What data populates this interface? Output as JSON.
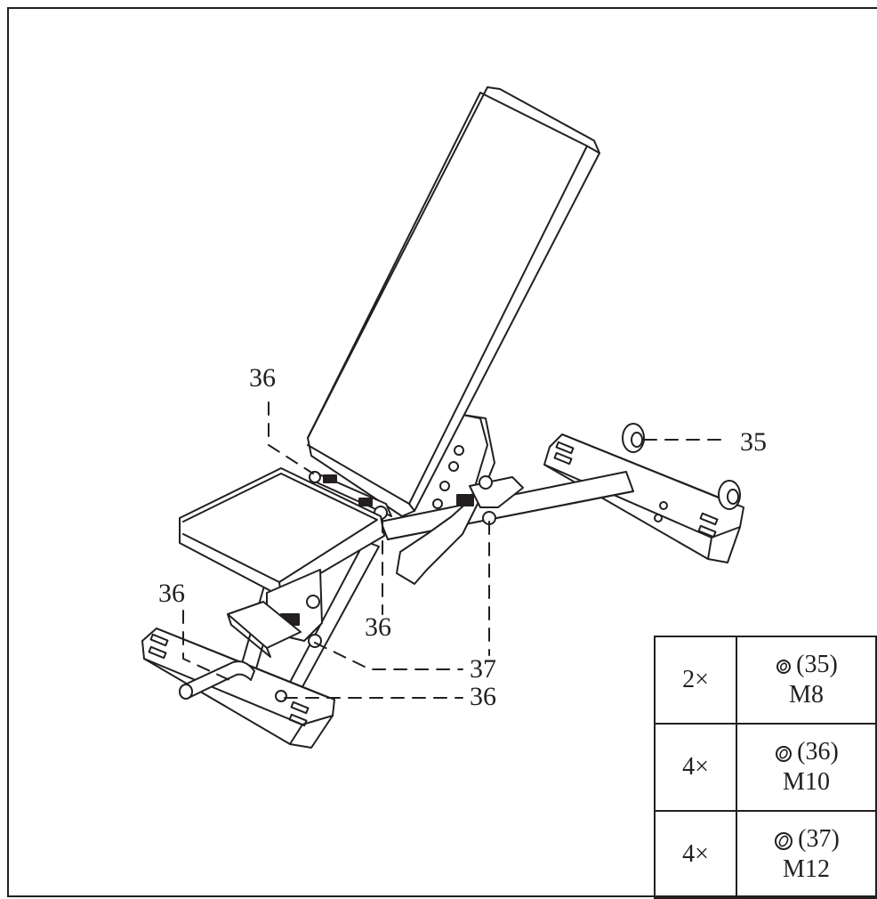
{
  "callouts": {
    "label_36_top": "36",
    "label_35": "35",
    "label_36_left": "36",
    "label_36_center": "36",
    "label_37": "37",
    "label_36_bottom": "36"
  },
  "parts_table": [
    {
      "qty": "2×",
      "part_no": "(35)",
      "size": "M8"
    },
    {
      "qty": "4×",
      "part_no": "(36)",
      "size": "M10"
    },
    {
      "qty": "4×",
      "part_no": "(37)",
      "size": "M12"
    }
  ],
  "colors": {
    "line": "#231f20",
    "background": "#ffffff"
  }
}
